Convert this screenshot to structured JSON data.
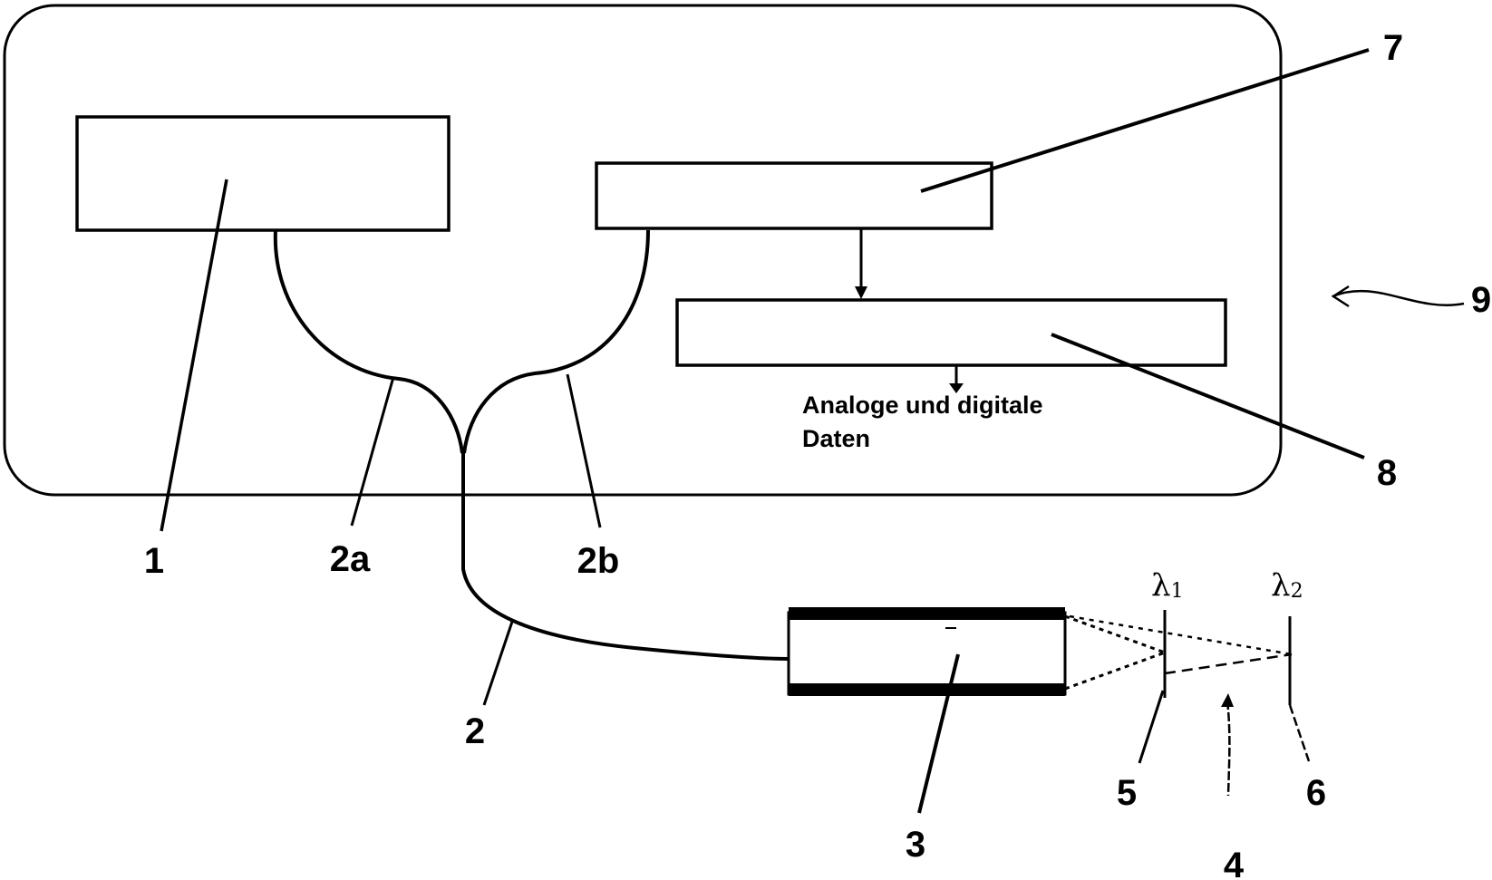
{
  "labels": {
    "source": "1",
    "fiber": "2",
    "fiber_branch_a": "2a",
    "fiber_branch_b": "2b",
    "probe": "3",
    "gap": "4",
    "interface_1": "5",
    "interface_2": "6",
    "detector": "7",
    "processor": "8",
    "housing": "9"
  },
  "wavelengths": {
    "first_sub": "1",
    "second_sub": "2"
  },
  "output_note": {
    "line1": "Analoge und digitale",
    "line2": "Daten"
  }
}
